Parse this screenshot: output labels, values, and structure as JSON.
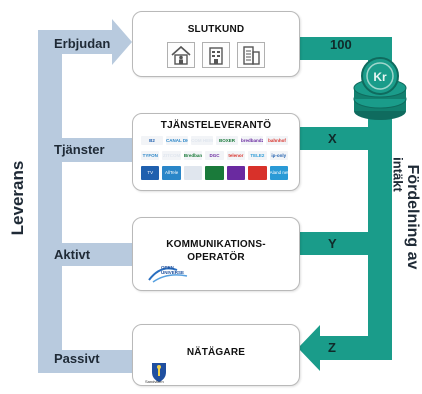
{
  "left_axis": {
    "label": "Leverans",
    "items": [
      {
        "label": "Erbjudan"
      },
      {
        "label": "Tjänster"
      },
      {
        "label": "Aktivt"
      },
      {
        "label": "Passivt"
      }
    ]
  },
  "boxes": {
    "slutkund": {
      "title": "SLUTKUND",
      "icons": [
        "house-person-icon",
        "apartment-building-icon",
        "office-tower-icon"
      ]
    },
    "tjansteleverantor": {
      "title": "TJÄNSTELEVERANTÖ",
      "logos": [
        "B2",
        "CANAL DIGITAL",
        "COM HEM",
        "BOXER",
        "bredband2",
        "bahnhof",
        "TYFON",
        "ZITCOM",
        "Bredband",
        "DGC",
        "telenor",
        "TELE2",
        "ip-only",
        "TV",
        "AllTele",
        "",
        "",
        "",
        "",
        "Aland net"
      ]
    },
    "kommunikationsoperator": {
      "title": "KOMMUNIKATIONS-OPERATÖR",
      "logo_text": "OPEN UNIVERSE"
    },
    "natagare": {
      "title": "NÄTÄGARE",
      "logo_text": "Sandviken"
    }
  },
  "right_axis": {
    "label_line1": "Fördelning av",
    "label_line2": "intäkt",
    "values": [
      {
        "label": "100"
      },
      {
        "label": "X"
      },
      {
        "label": "Y"
      },
      {
        "label": "Z"
      }
    ],
    "coin_label": "Kr"
  },
  "colors": {
    "teal": "#1a9c8a",
    "teal_dark": "#0f6b5e",
    "blue_arrow": "#b8cade",
    "box_border": "#b9b9b9"
  }
}
